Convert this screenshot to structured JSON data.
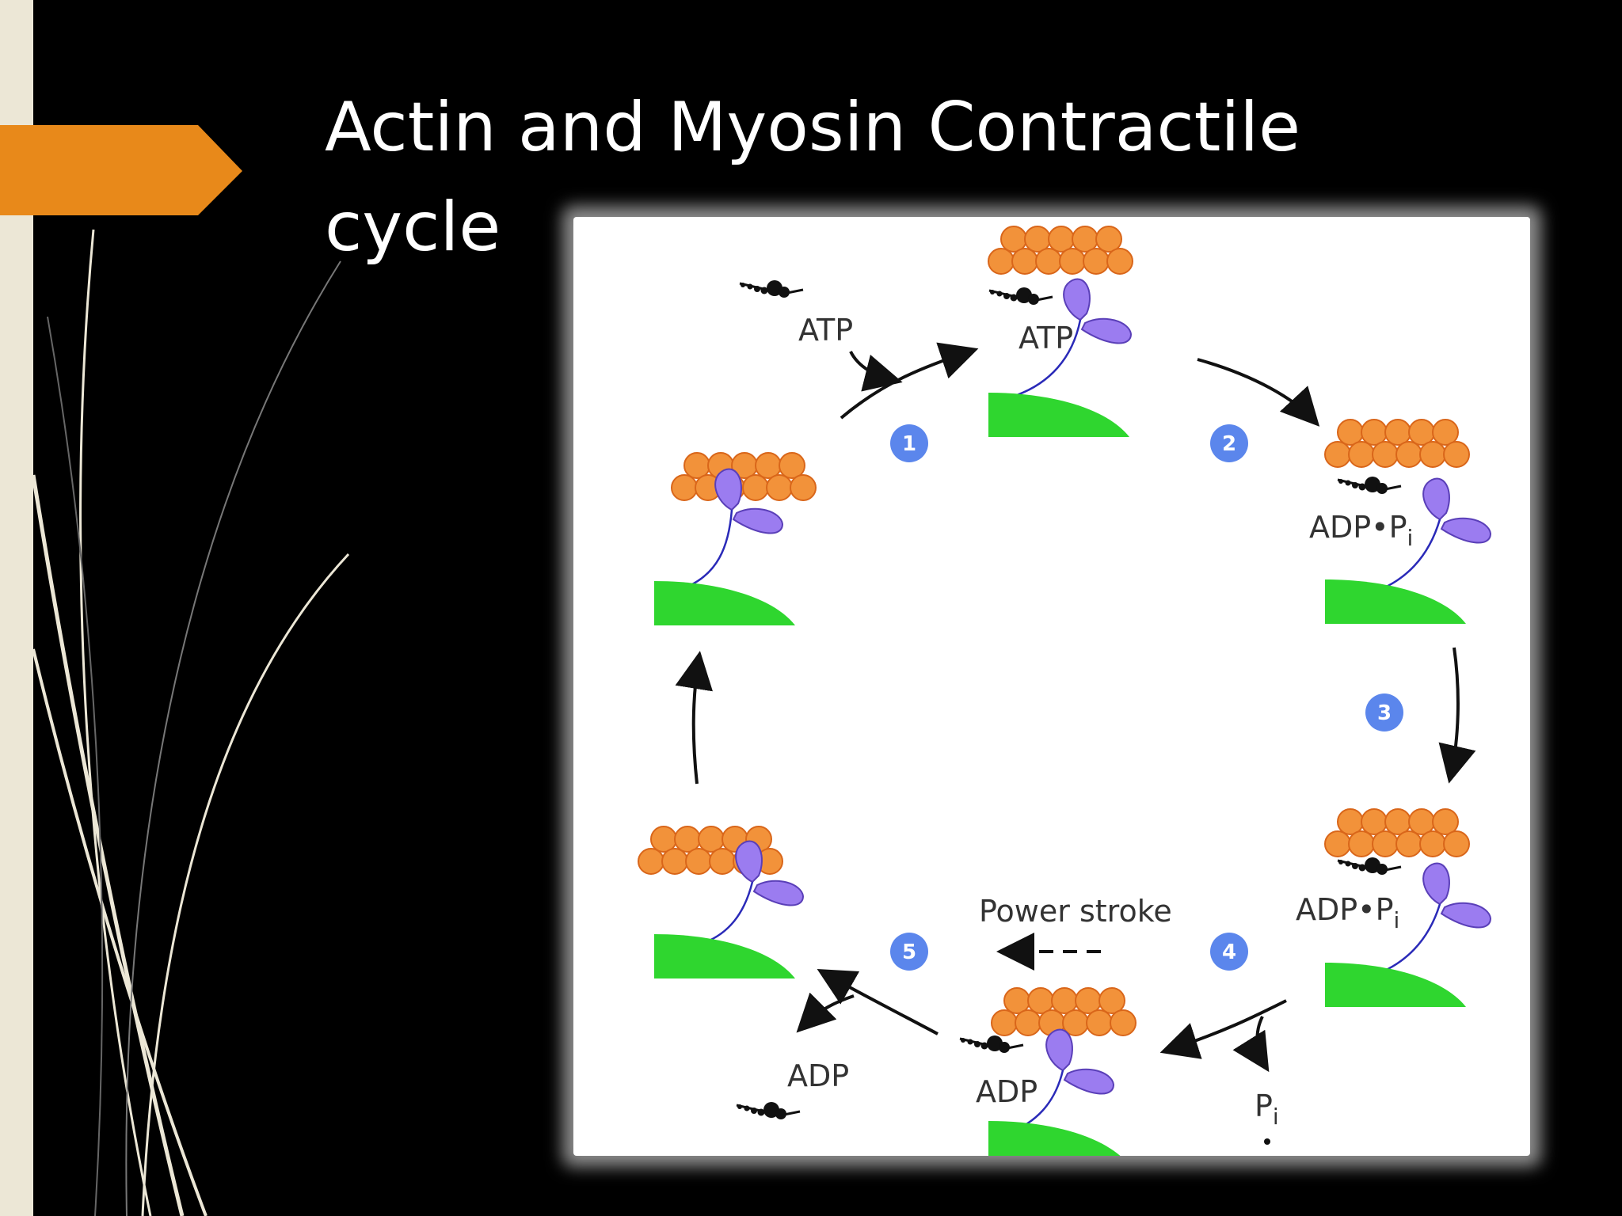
{
  "slide": {
    "title_line_1": "Actin and Myosin Contractile",
    "title_line_2": "cycle"
  },
  "diagram": {
    "labels": {
      "atp_free": "ATP",
      "atp_bound": "ATP",
      "adp_pi_step2": "ADP",
      "adp_pi_step3": "ADP",
      "pi_sub": "i",
      "pi_release": "P",
      "adp_bound": "ADP",
      "adp_free": "ADP",
      "power_stroke": "Power stroke"
    },
    "steps": [
      "1",
      "2",
      "3",
      "4",
      "5"
    ]
  },
  "colors": {
    "accent": "#e8891a",
    "strip": "#ece7d6",
    "actin": "#f2923a",
    "myosin": "#9b7cf0",
    "thick_filament": "#2fd62f",
    "step_circle": "#5b86ec"
  }
}
